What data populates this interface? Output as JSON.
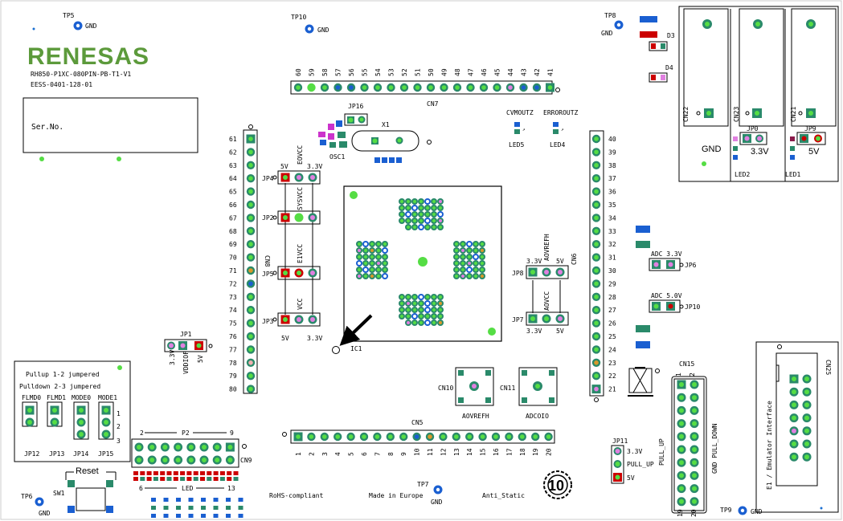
{
  "logo": "RENESAS",
  "board_name": "RH850-P1XC-080PIN-PB-T1-V1",
  "board_id": "EESS-0401-128-01",
  "serial_label": "Ser.No.",
  "testpoints": {
    "tp5": "TP5",
    "tp10": "TP10",
    "tp8": "TP8",
    "tp6": "TP6",
    "tp7": "TP7",
    "tp9": "TP9",
    "gnd": "GND"
  },
  "cn7": {
    "name": "CN7",
    "pins": [
      "60",
      "59",
      "58",
      "57",
      "56",
      "55",
      "54",
      "53",
      "52",
      "51",
      "50",
      "49",
      "48",
      "47",
      "46",
      "45",
      "44",
      "43",
      "42",
      "41"
    ]
  },
  "cn8": {
    "name": "CN8",
    "pins": [
      "61",
      "62",
      "63",
      "64",
      "65",
      "66",
      "67",
      "68",
      "69",
      "70",
      "71",
      "72",
      "73",
      "74",
      "75",
      "76",
      "77",
      "78",
      "79",
      "80"
    ]
  },
  "cn6": {
    "name": "CN6",
    "pins": [
      "40",
      "39",
      "38",
      "37",
      "36",
      "35",
      "34",
      "33",
      "32",
      "31",
      "30",
      "29",
      "28",
      "27",
      "26",
      "25",
      "24",
      "23",
      "22",
      "21"
    ]
  },
  "cn5": {
    "name": "CN5",
    "pins": [
      "1",
      "2",
      "3",
      "4",
      "5",
      "6",
      "7",
      "8",
      "9",
      "10",
      "11",
      "12",
      "13",
      "14",
      "15",
      "16",
      "17",
      "18",
      "19",
      "20"
    ]
  },
  "jumpers": {
    "jp16": "JP16",
    "x1": "X1",
    "osc1": "OSC1",
    "jp4": "JP4",
    "jp2": "JP2",
    "jp5": "JP5",
    "jp3": "JP3",
    "v5": "5V",
    "v33": "3.3V",
    "eovcc": "EOVCC",
    "sysvcc": "SYSVCC",
    "e1vcc": "E1VCC",
    "vcc": "VCC",
    "jp8": "JP8",
    "jp7": "JP7",
    "aovrefh": "AOVREFH",
    "aovcc": "AOVCC",
    "jp1": "JP1",
    "vddiof": "VDDIOF",
    "jp6": "JP6",
    "jp10": "JP10",
    "adc33": "ADC 3.3V",
    "adc50": "ADC 5.0V",
    "jp0": "JP0",
    "jp9": "JP9",
    "jp11": "JP11",
    "pull_up": "PULL_UP",
    "ic1": "IC1"
  },
  "leds": {
    "cvmoutz": "CVMOUTZ",
    "erroroutz": "ERROROUTZ",
    "led5": "LED5",
    "led4": "LED4",
    "led2": "LED2",
    "led1": "LED1",
    "d3": "D3",
    "d4": "D4",
    "led": "LED",
    "led_from": "6",
    "led_to": "13"
  },
  "power": {
    "cn22": "CN22",
    "cn23": "CN23",
    "cn21": "CN21",
    "gnd": "GND",
    "v33": "3.3V",
    "v5": "5V"
  },
  "pullup_box": {
    "line1": "Pullup 1-2 jumpered",
    "line2": "Pulldown 2-3 jumpered",
    "cols": [
      "FLMD0",
      "FLMD1",
      "MODE0",
      "MODE1"
    ],
    "jumpers": [
      "JP12",
      "JP13",
      "JP14",
      "JP15"
    ],
    "nums": [
      "1",
      "2",
      "3"
    ]
  },
  "p2": {
    "name": "P2",
    "from": "2",
    "to": "9",
    "cn9": "CN9"
  },
  "reset": {
    "label": "Reset",
    "sw": "SW1"
  },
  "cn10": {
    "name": "CN10",
    "caption": "AOVREFH"
  },
  "cn11": {
    "name": "CN11",
    "caption": "ADCOIO"
  },
  "cn15": {
    "name": "CN15",
    "pull_up": "PULL_UP",
    "pull_down": "GND PULL_DOWN",
    "n1": "1",
    "n2": "2",
    "n19": "19",
    "n20": "20"
  },
  "cn25": {
    "name": "CN25",
    "caption": "E1 / Emulator  Interface"
  },
  "footer": {
    "rohs": "RoHS-compliant",
    "europe": "Made in Europe",
    "anti": "Anti_Static",
    "ten": "10"
  }
}
